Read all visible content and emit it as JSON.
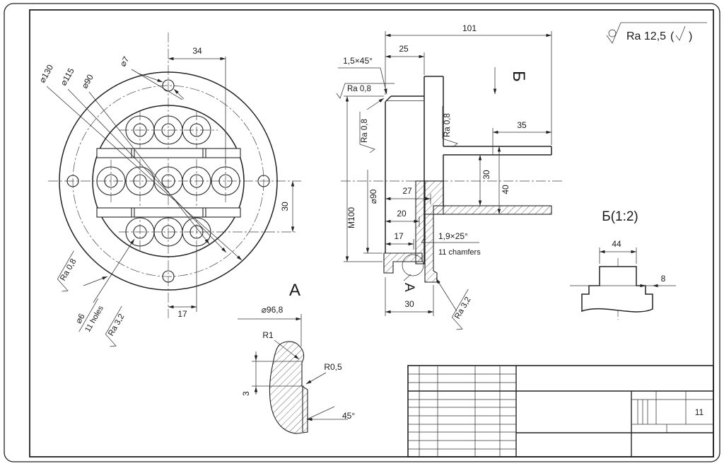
{
  "general_roughness": {
    "value": "Ra 12,5",
    "open": "(",
    "close": ")"
  },
  "front_view": {
    "dia_outer": "⌀130",
    "dia_bolt_circle": "⌀115",
    "dia_inner": "⌀90",
    "dia_bolt_hole": "⌀7",
    "dim_34": "34",
    "dim_30": "30",
    "dim_17": "17",
    "dia_pin_hole": "⌀6",
    "pin_hole_count": "11 holes",
    "ra_left": "Ra 0,8",
    "ra_face": "Ra 3,2"
  },
  "section_view": {
    "dim_101": "101",
    "dim_25": "25",
    "chamfer_note": "1,5×45°",
    "ra_top": "Ra 0,8",
    "ra_thread": "Ra 0,8",
    "ra_flange": "Ra 0,8",
    "ra_rim": "Ra 3,2",
    "thread": "M100",
    "dia_bore": "⌀90",
    "dim_27": "27",
    "dim_20": "20",
    "dim_17": "17",
    "pin_chamfer": "1,9×25°",
    "pin_chamfer_count": "11 chamfers",
    "dim_30_bottom": "30",
    "dim_35": "35",
    "dim_30_plates": "30",
    "dim_40_plates": "40",
    "view_label": "Б",
    "detail_label": "A"
  },
  "detail_a": {
    "title": "A",
    "dia": "⌀96,8",
    "r1": "R1",
    "r05": "R0,5",
    "dim_3": "3",
    "angle": "45°"
  },
  "detail_b": {
    "title": "Б(1:2)",
    "dim_44": "44",
    "dim_8": "8"
  },
  "title_block": {
    "sheet_number": "11"
  }
}
